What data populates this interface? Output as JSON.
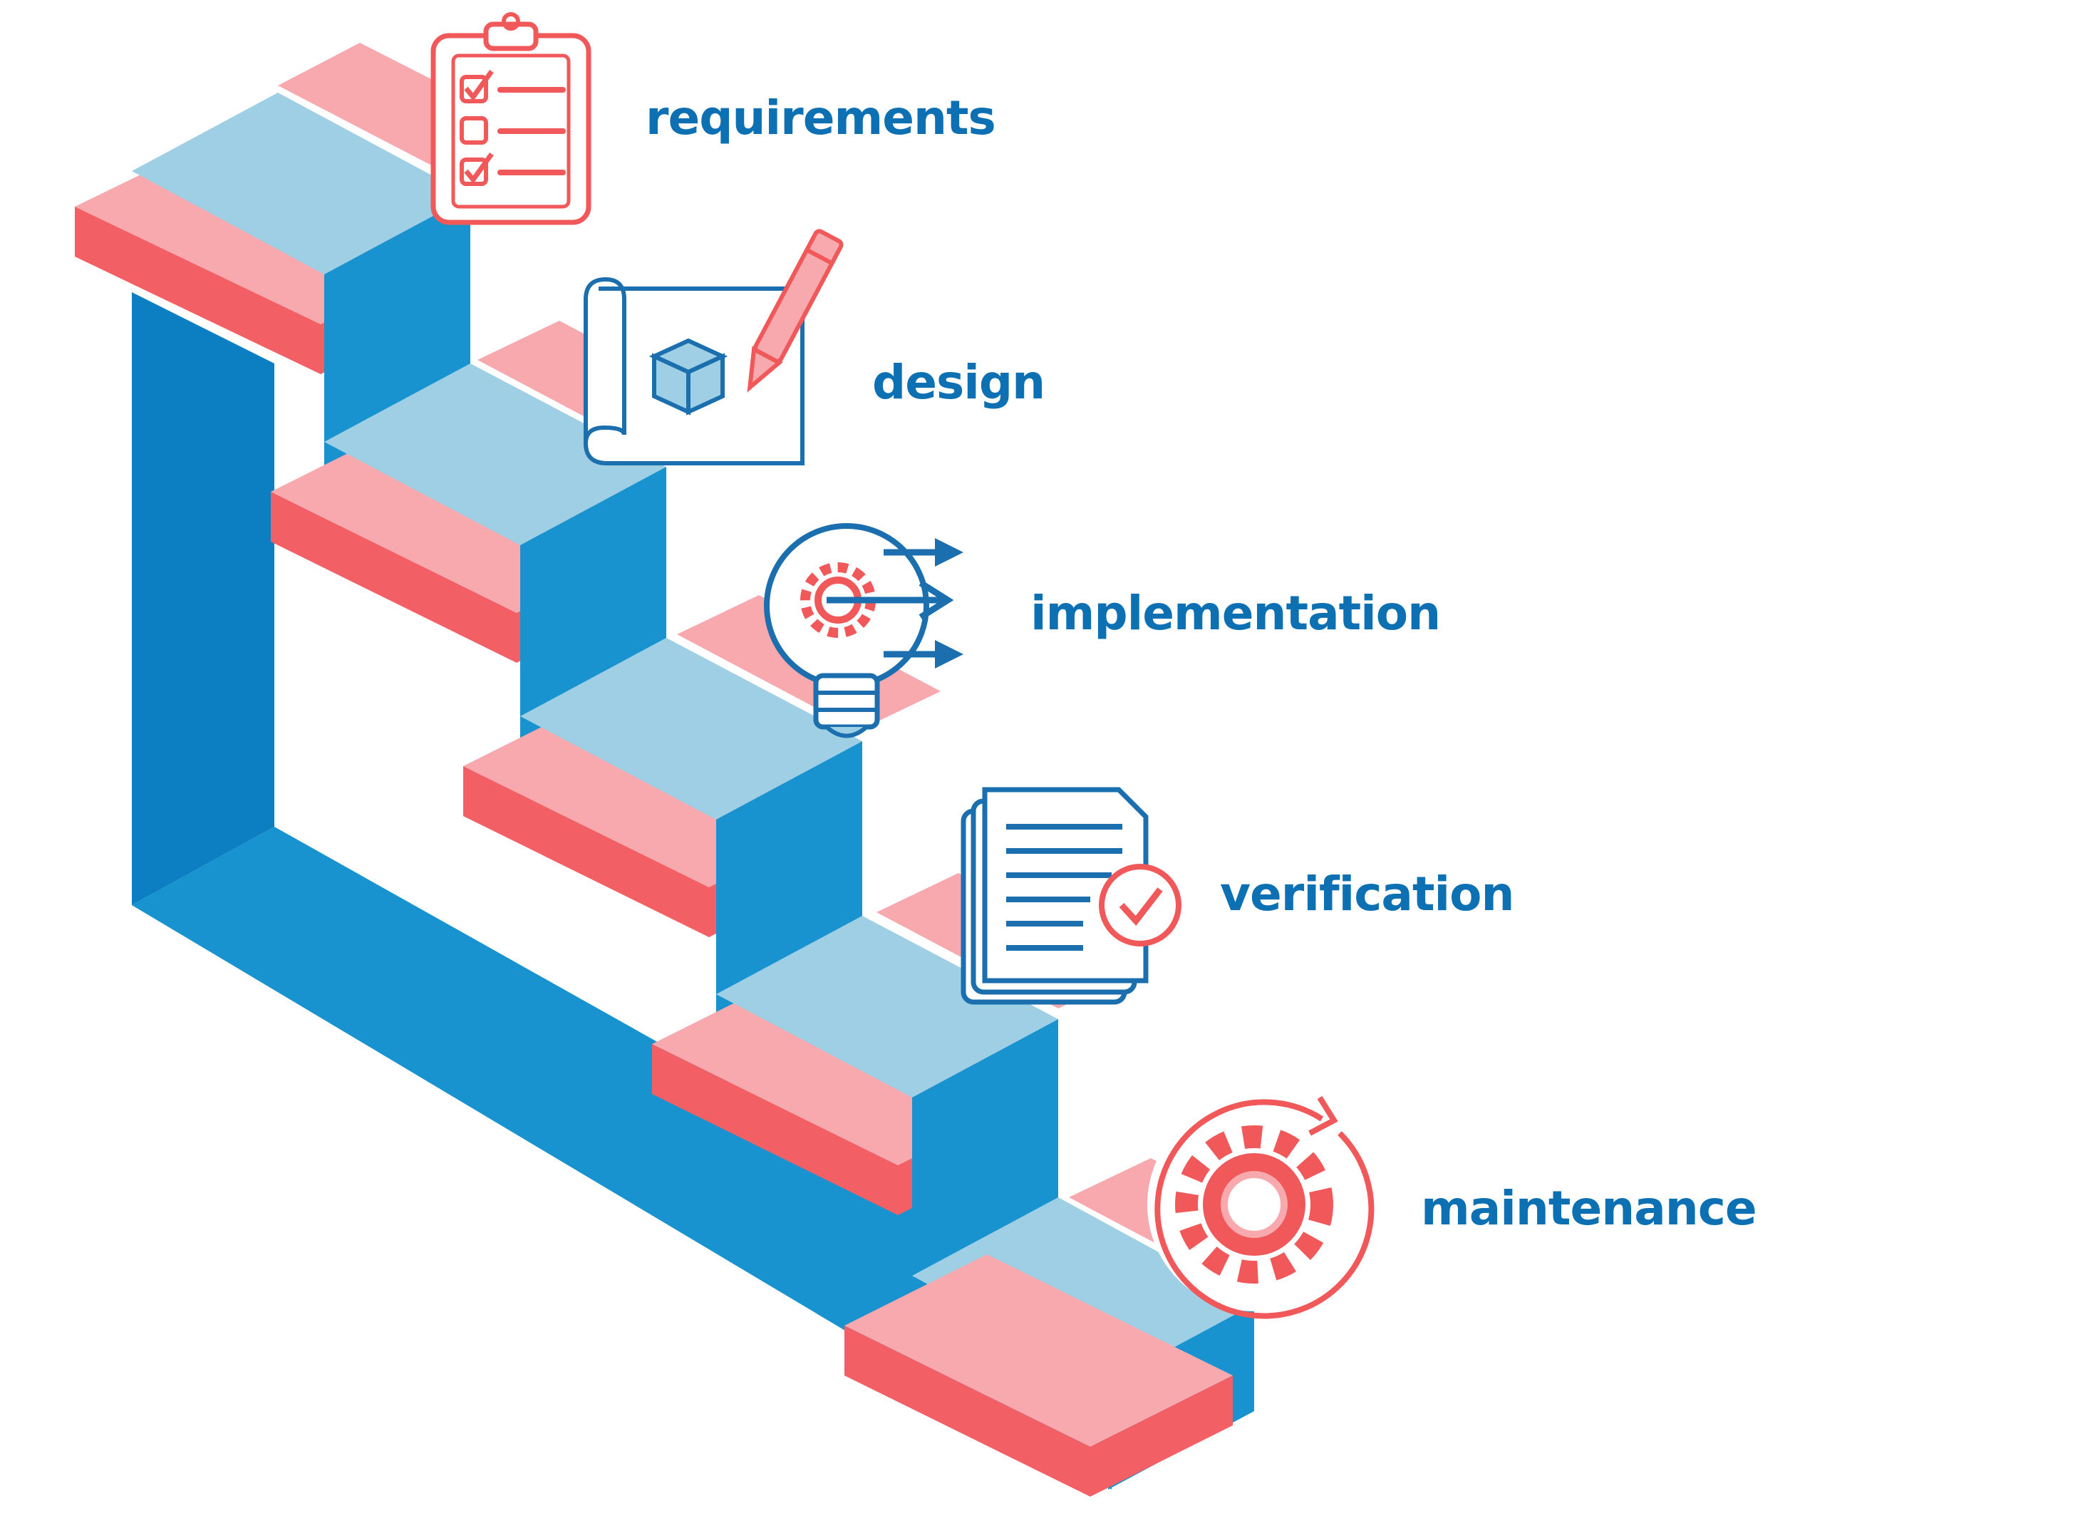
{
  "colors": {
    "blue_dark": "#0b7fc1",
    "blue_mid": "#1893cf",
    "blue_light": "#9ecfe4",
    "red": "#f26066",
    "pink": "#f8a9ae",
    "text_blue": "#0c70b2",
    "icon_red": "#f0585a",
    "icon_blue": "#1b6fae"
  },
  "steps": [
    {
      "label": "requirements",
      "icon": "clipboard-checklist-icon"
    },
    {
      "label": "design",
      "icon": "blueprint-pencil-icon"
    },
    {
      "label": "implementation",
      "icon": "lightbulb-gear-arrows-icon"
    },
    {
      "label": "verification",
      "icon": "document-check-icon"
    },
    {
      "label": "maintenance",
      "icon": "gear-cycle-icon"
    }
  ]
}
